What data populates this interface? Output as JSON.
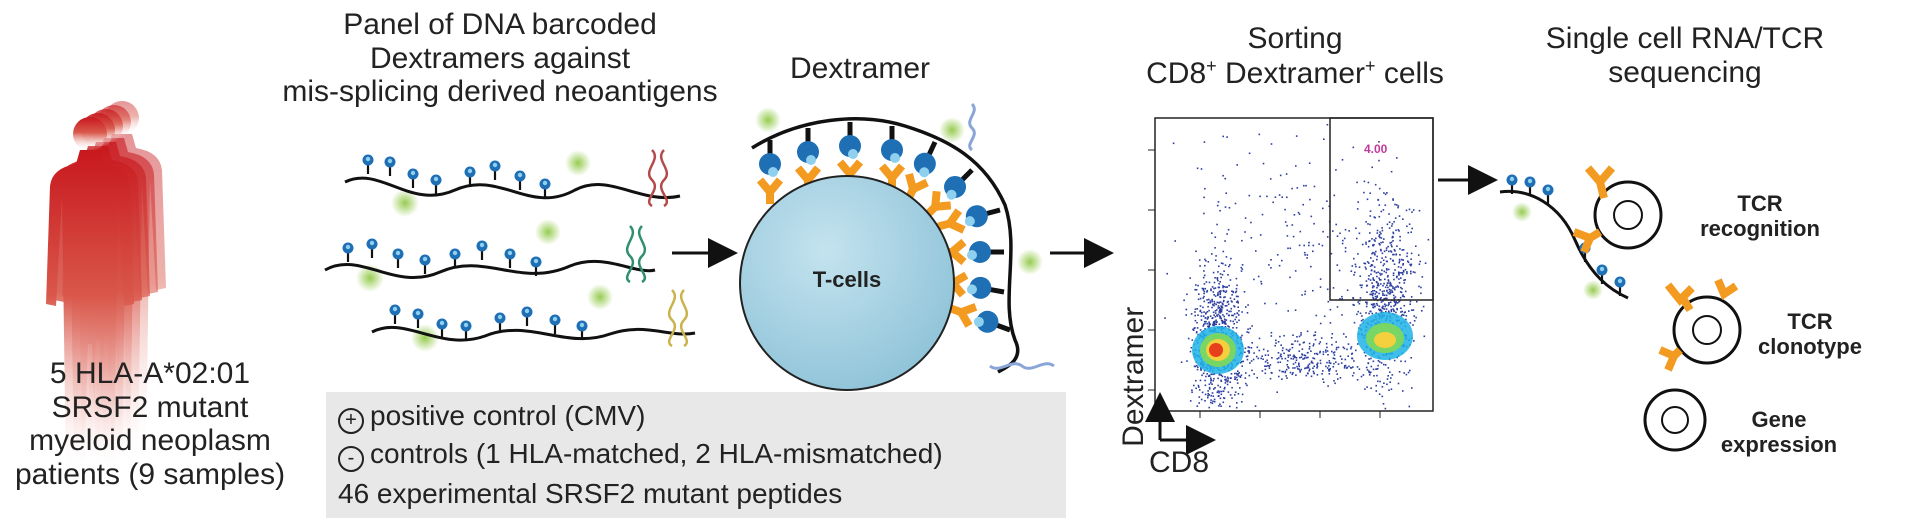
{
  "patients": {
    "line1": "5 HLA-A*02:01",
    "line2": "SRSF2 mutant",
    "line3": "myeloid neoplasm",
    "line4": "patients (9 samples)"
  },
  "panel": {
    "line1": "Panel of DNA barcoded",
    "line2": "Dextramers against",
    "line3": "mis-splicing derived neoantigens"
  },
  "dextramer": {
    "title": "Dextramer",
    "cell_label": "T-cells"
  },
  "controls": {
    "positive": {
      "icon": "plus-circle-icon",
      "symbol": "+",
      "label": "positive control (CMV)"
    },
    "negative": {
      "icon": "minus-circle-icon",
      "symbol": "-",
      "label": "controls (1 HLA-matched, 2 HLA-mismatched)"
    },
    "experimental": "46 experimental SRSF2 mutant peptides"
  },
  "sorting": {
    "line1": "Sorting",
    "line2_pre": "CD8",
    "line2_sup1": "+",
    "line2_mid": " Dextramer",
    "line2_sup2": "+",
    "line2_post": " cells",
    "gate_value": "4.00",
    "x_axis": "CD8",
    "y_axis": "Dextramer"
  },
  "sequencing": {
    "line1": "Single cell RNA/TCR",
    "line2": "sequencing",
    "items": [
      {
        "line1": "TCR",
        "line2": "recognition"
      },
      {
        "line1": "TCR",
        "line2": "clonotype"
      },
      {
        "line1": "Gene",
        "line2": "expression"
      }
    ]
  },
  "colors": {
    "body_red": "#c8181e",
    "mhc_blue": "#1f6fb5",
    "tcr_orange": "#f39a21",
    "cell_fill": "#a9d3e3",
    "label_box": "#e8e8e8",
    "gate_value": "#c0399d"
  }
}
